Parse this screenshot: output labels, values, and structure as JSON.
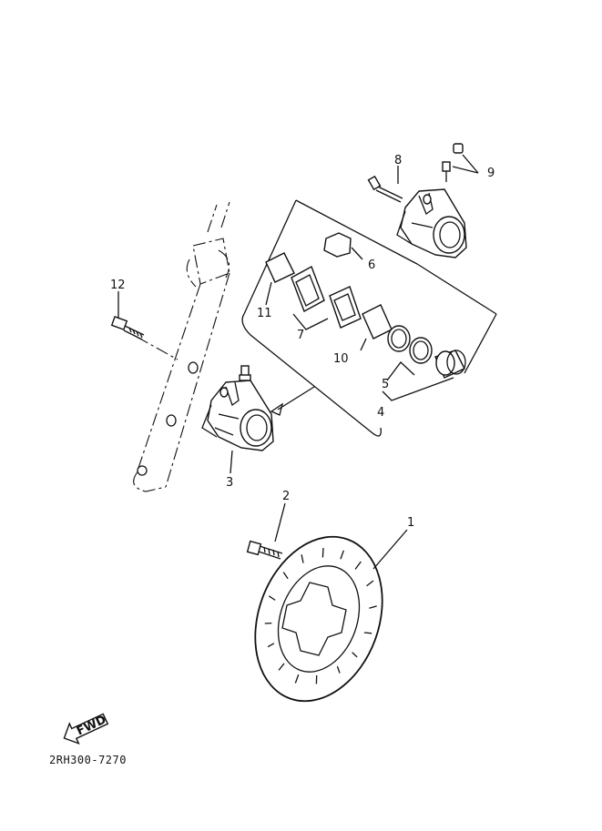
{
  "callouts": {
    "c1": "1",
    "c2": "2",
    "c3": "3",
    "c4": "4",
    "c5": "5",
    "c6": "6",
    "c7": "7",
    "c8": "8",
    "c9": "9",
    "c10": "10",
    "c11": "11",
    "c12": "12"
  },
  "fwd_arrow": {
    "text": "FWD"
  },
  "diagram_code": "2RH300-7270"
}
